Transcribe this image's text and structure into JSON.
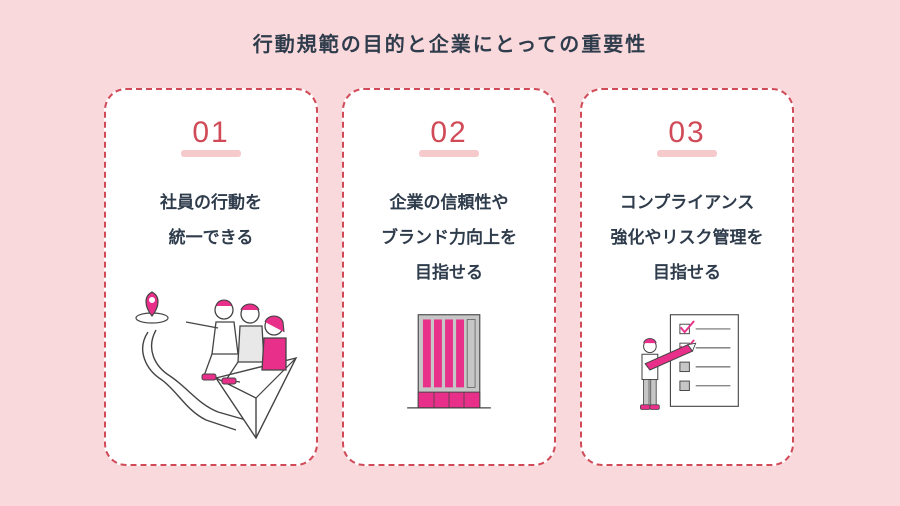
{
  "title": "行動規範の目的と企業にとっての重要性",
  "cards": [
    {
      "number": "01",
      "lines": [
        "社員の行動を",
        "統一できる"
      ]
    },
    {
      "number": "02",
      "lines": [
        "企業の信頼性や",
        "ブランド力向上を",
        "目指せる"
      ]
    },
    {
      "number": "03",
      "lines": [
        "コンプライアンス",
        "強化やリスク管理を",
        "目指せる"
      ]
    }
  ],
  "colors": {
    "background": "#f9d9dc",
    "accent": "#d04a57",
    "magenta": "#e8308a",
    "text": "#2f3c4c"
  },
  "icons": [
    "team-navigation-illustration",
    "office-building-icon",
    "checklist-illustration"
  ]
}
